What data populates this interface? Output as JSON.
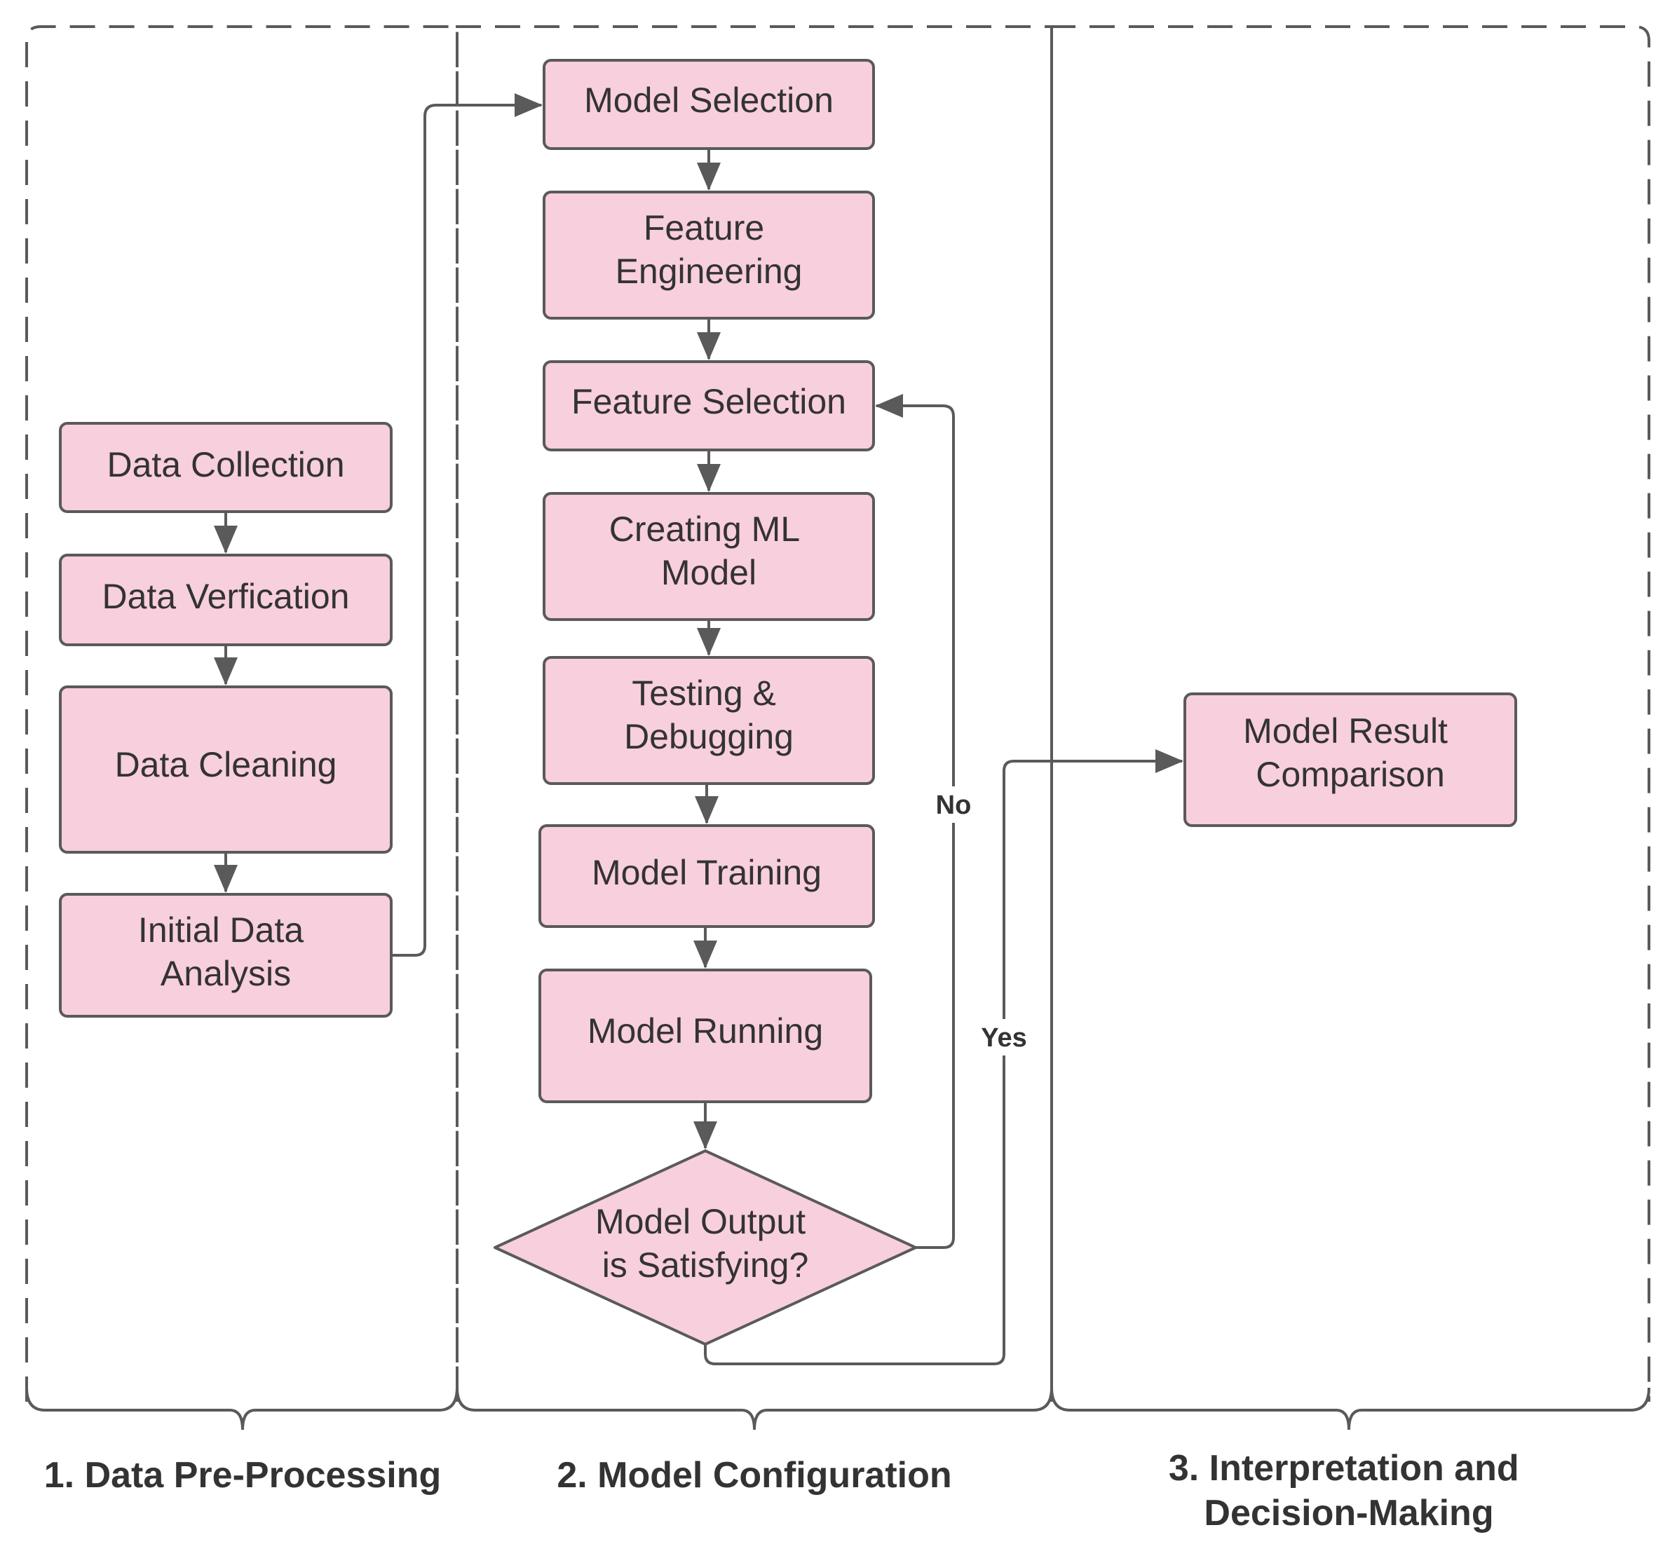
{
  "nodes": {
    "data_collection": "Data Collection",
    "data_verification": "Data Verfication",
    "data_cleaning": "Data Cleaning",
    "initial_analysis": [
      "Initial Data",
      "Analysis"
    ],
    "model_selection": "Model Selection",
    "feature_engineering": [
      "Feature",
      "Engineering"
    ],
    "feature_selection": "Feature Selection",
    "creating_model": [
      "Creating ML",
      "Model"
    ],
    "testing": [
      "Testing &",
      "Debugging"
    ],
    "model_training": "Model Training",
    "model_running": "Model Running",
    "decision": [
      "Model Output",
      "is Satisfying?"
    ],
    "result_comparison": [
      "Model Result",
      "Comparison"
    ]
  },
  "edges": {
    "no": "No",
    "yes": "Yes"
  },
  "sections": {
    "preprocessing": "1. Data Pre-Processing",
    "configuration": "2. Model Configuration",
    "interpretation": [
      "3. Interpretation and",
      "Decision-Making"
    ]
  },
  "colors": {
    "box_fill": "#f8cfdc",
    "stroke": "#5a5a5a",
    "text": "#333333"
  }
}
